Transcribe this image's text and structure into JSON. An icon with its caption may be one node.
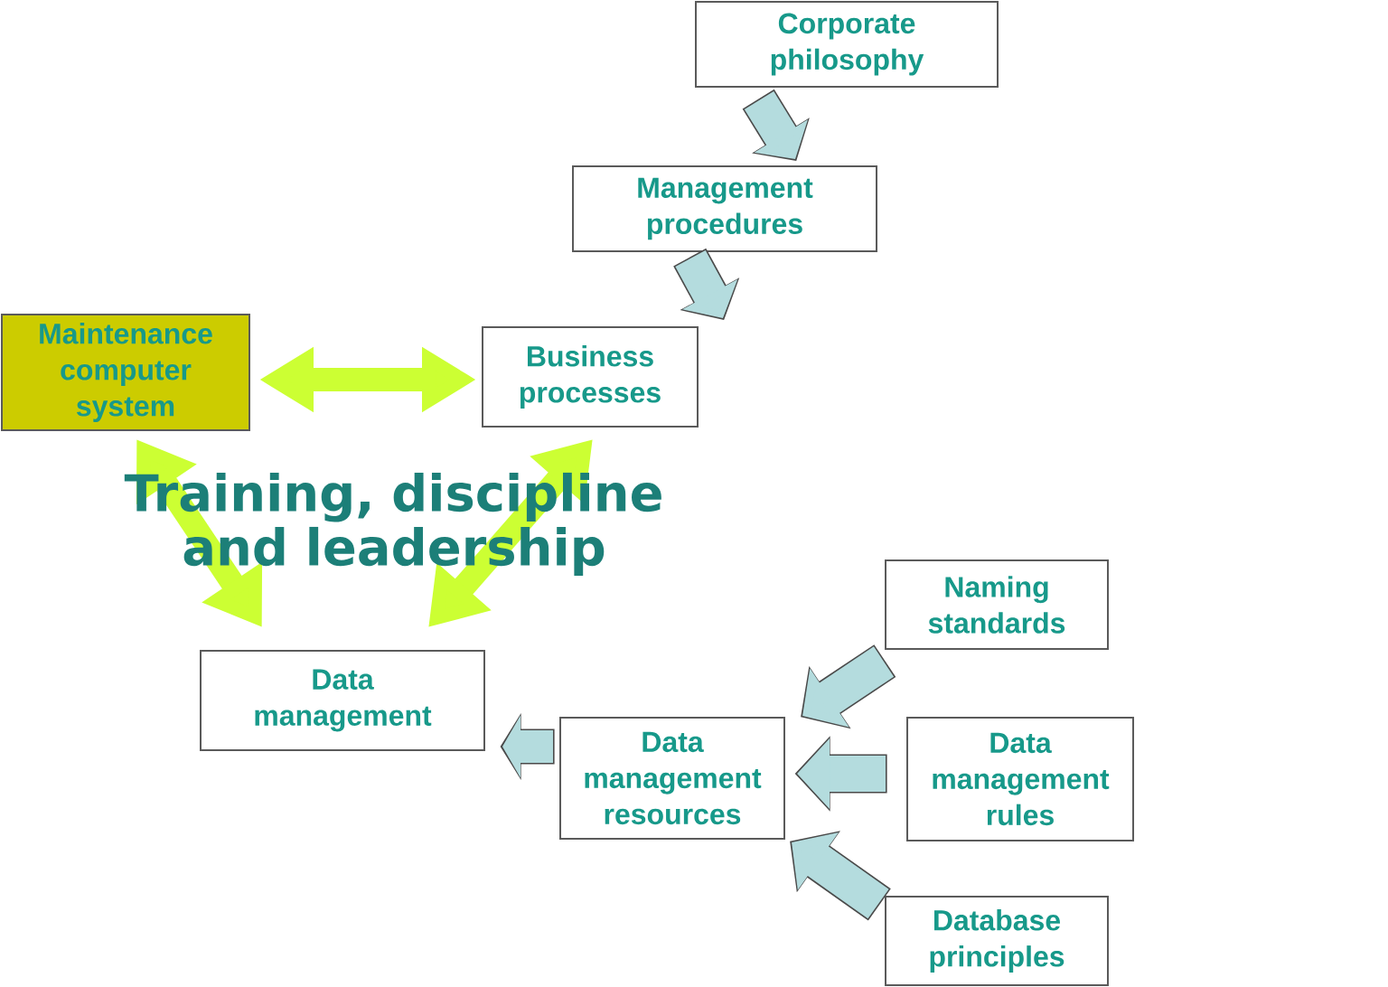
{
  "diagram": {
    "nodes": [
      {
        "text": [
          "Corporate philosophy"
        ]
      },
      {
        "text": [
          "Management procedures"
        ]
      },
      {
        "text": [
          "Maintenance computer system"
        ]
      },
      {
        "text": [
          "Business processes"
        ]
      },
      {
        "text": [
          "Data management"
        ]
      },
      {
        "text": [
          "Data management resources"
        ]
      },
      {
        "text": [
          "Naming standards"
        ]
      },
      {
        "text": [
          "Data management rules"
        ]
      },
      {
        "text": [
          "Database principles"
        ]
      }
    ],
    "edges": [
      {
        "from": 0,
        "to": 1,
        "arrow": "to"
      },
      {
        "from": 1,
        "to": 3,
        "arrow": "to"
      },
      {
        "from": 2,
        "to": 3,
        "arrow": "both",
        "color": "#ccff33"
      },
      {
        "from": 2,
        "to": 4,
        "arrow": "both",
        "color": "#ccff33"
      },
      {
        "from": 3,
        "to": 4,
        "arrow": "both",
        "color": "#ccff33"
      },
      {
        "from": 6,
        "to": 5,
        "arrow": "to"
      },
      {
        "from": 7,
        "to": 5,
        "arrow": "to"
      },
      {
        "from": 8,
        "to": 5,
        "arrow": "to"
      },
      {
        "from": 5,
        "to": 4,
        "arrow": "to"
      }
    ],
    "labels": [
      "Training, discipline and leadership"
    ]
  }
}
